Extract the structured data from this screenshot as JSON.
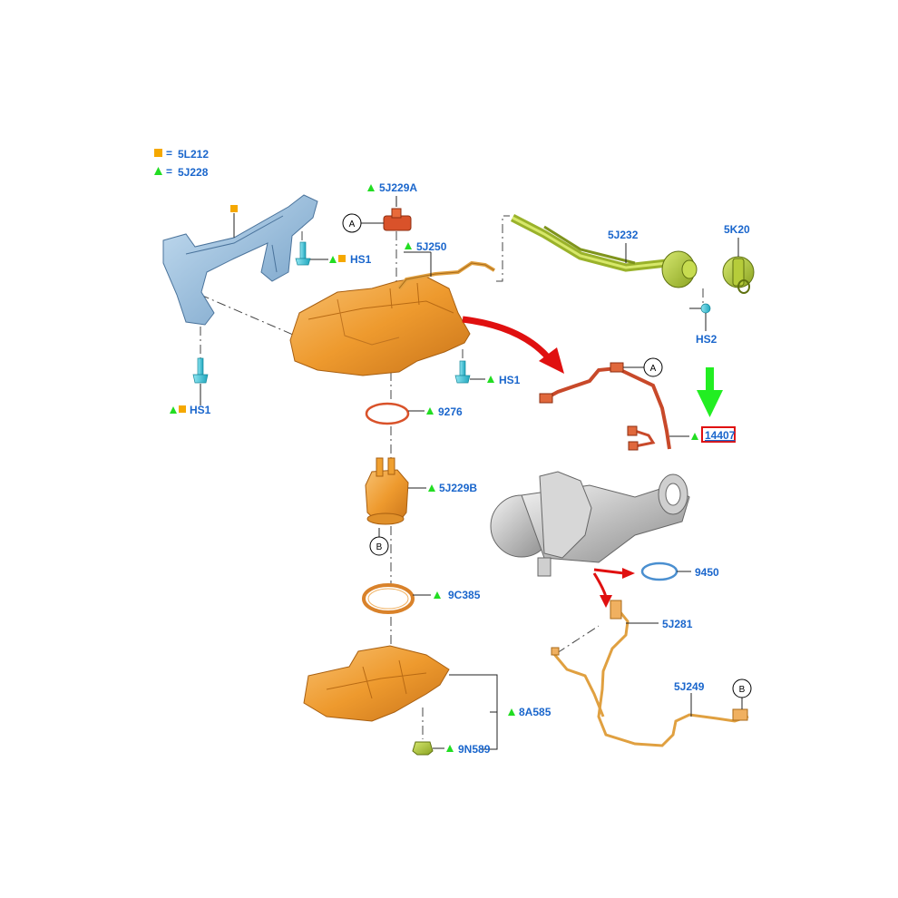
{
  "legend": {
    "square_code": "5L212",
    "triangle_code": "5J228",
    "eq": "="
  },
  "labels": {
    "p5J229A": "5J229A",
    "p5J250": "5J250",
    "p5J232": "5J232",
    "p5K20": "5K20",
    "hs1_top": "HS1",
    "hs1_tank": "HS1",
    "hs1_left": "HS1",
    "hs2": "HS2",
    "p9276": "9276",
    "p14407": "14407",
    "p5J229B": "5J229B",
    "p9450": "9450",
    "p9C385": "9C385",
    "p5J281": "5J281",
    "p5J249": "5J249",
    "p8A585": "8A585",
    "p9N589": "9N589"
  },
  "callouts": {
    "a1": "A",
    "a2": "A",
    "b1": "B",
    "b2": "B"
  },
  "colors": {
    "label_blue": "#1a66cc",
    "triangle_green": "#22dd22",
    "square_orange": "#f5a800",
    "tank_orange": "#f0a030",
    "bracket_blue": "#8fb8dc",
    "filler_green": "#a6c23a",
    "harness_red": "#d2522a",
    "highlight_red": "#e01010",
    "arrow_green": "#22ee22",
    "bolt_cyan": "#33c4d8"
  },
  "highlight": "14407"
}
